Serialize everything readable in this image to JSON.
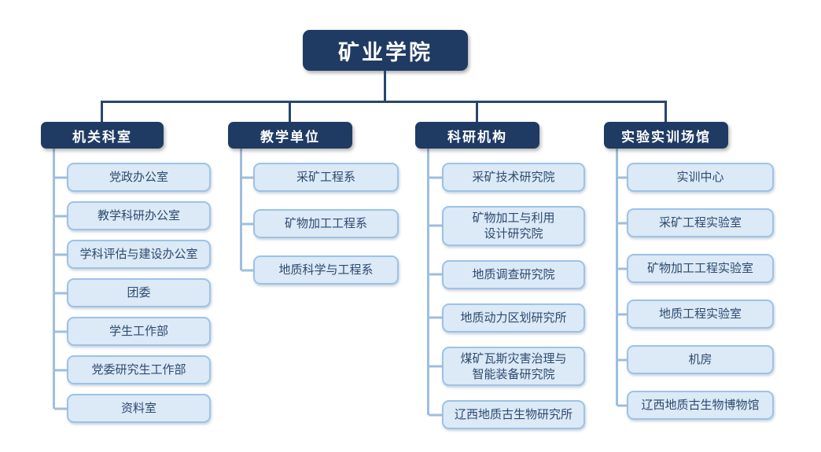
{
  "root": {
    "label": "矿业学院"
  },
  "columns": [
    {
      "header": "机关科室",
      "items": [
        "党政办公室",
        "教学科研办公室",
        "学科评估与建设办公室",
        "团委",
        "学生工作部",
        "党委研究生工作部",
        "资料室"
      ]
    },
    {
      "header": "教学单位",
      "items": [
        "采矿工程系",
        "矿物加工工程系",
        "地质科学与工程系"
      ]
    },
    {
      "header": "科研机构",
      "items": [
        "采矿技术研究院",
        "矿物加工与利用\n设计研究院",
        "地质调查研究院",
        "地质动力区划研究所",
        "煤矿瓦斯灾害治理与\n智能装备研究院",
        "辽西地质古生物研究所"
      ]
    },
    {
      "header": "实验实训场馆",
      "items": [
        "实训中心",
        "采矿工程实验室",
        "矿物加工工程实验室",
        "地质工程实验室",
        "机房",
        "辽西地质古生物博物馆"
      ]
    }
  ],
  "colors": {
    "background": "#ffffff",
    "node_navy": "#1f3b63",
    "connector_dark": "#25476e",
    "connector_light": "#9fbedd",
    "item_fill": "#dce9f6",
    "item_border": "#9dc3e6",
    "item_text": "#2c4a70"
  }
}
